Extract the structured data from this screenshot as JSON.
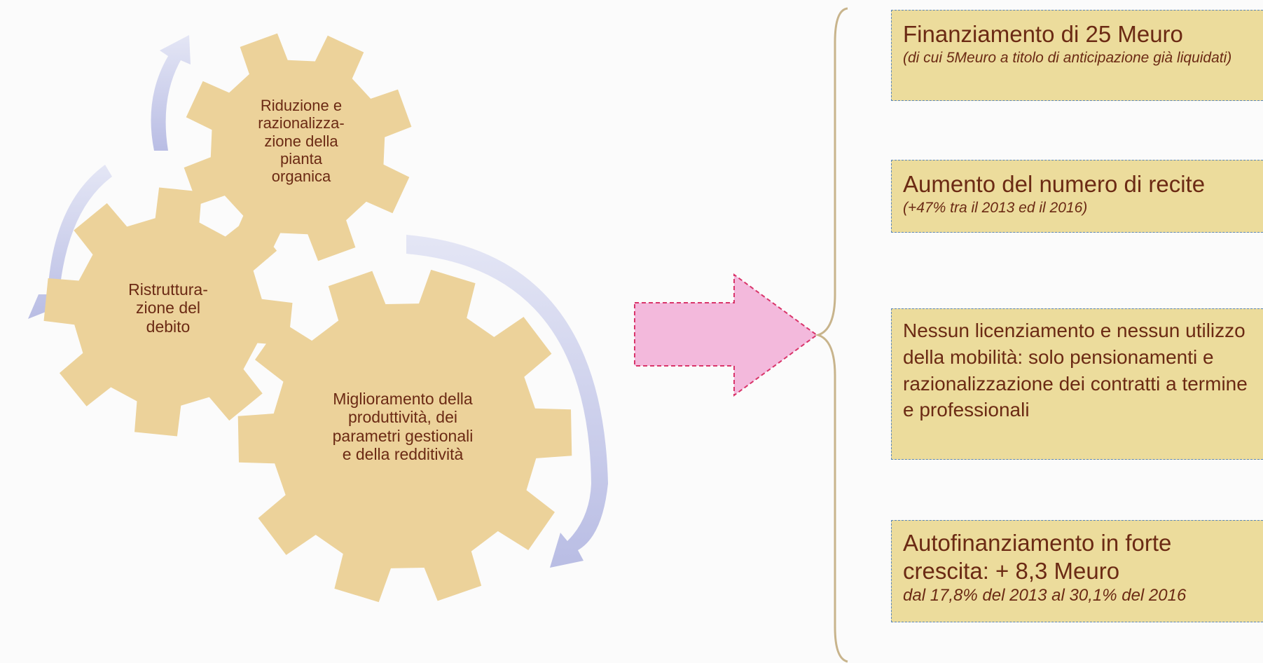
{
  "gears": [
    {
      "id": "riduzione",
      "label": "Riduzione e\nrazionalizza-\nzione della\npianta\norganica"
    },
    {
      "id": "ristrutturazione",
      "label": "Ristruttura-\nzione del\ndebito"
    },
    {
      "id": "miglioramento",
      "label": "Miglioramento della\nproduttività, dei\nparametri gestionali\ne della redditività"
    }
  ],
  "results": [
    {
      "head": "Finanziamento di 25 Meuro",
      "sub": "(di cui 5Meuro a titolo di anticipazione già liquidati)"
    },
    {
      "head": "Aumento del numero di recite",
      "sub": "(+47% tra il 2013 ed il 2016)"
    },
    {
      "body": "Nessun licenziamento e nessun utilizzo della mobilità: solo pensionamenti e razionalizzazione dei contratti a termine e professionali"
    },
    {
      "head": "Autofinanziamento in forte crescita: + 8,3 Meuro",
      "sub": "dal 17,8% del 2013 al 30,1% del 2016"
    }
  ],
  "colors": {
    "gear": "#ecd29a",
    "text": "#6b2a14",
    "cycle_arrow": "#c6c9e8",
    "big_arrow_fill": "#f3b9dc",
    "big_arrow_border": "#d9356b",
    "box_fill": "#ecdc9c",
    "box_border": "#5b86b8",
    "brace": "#c8b48c"
  }
}
